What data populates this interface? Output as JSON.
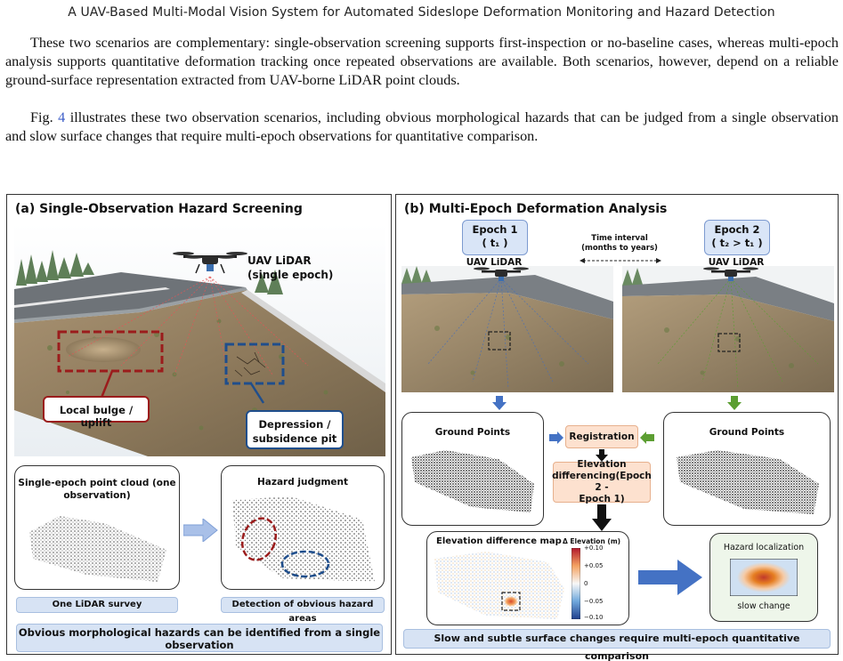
{
  "running_head": "A UAV-Based Multi-Modal Vision System for Automated Sideslope Deformation Monitoring and Hazard Detection",
  "paragraph1": "These two scenarios are complementary: single-observation screening supports first-inspection or no-baseline cases, whereas multi-epoch analysis supports quantitative deformation tracking once repeated observations are available. Both scenarios, however, depend on a reliable ground-surface representation extracted from UAV-borne LiDAR point clouds.",
  "paragraph2": {
    "lead": "Fig. ",
    "ref": "4",
    "rest": " illustrates these two observation scenarios, including obvious morphological hazards that can be judged from a single observation and slow surface changes that require multi-epoch observations for quantitative comparison."
  },
  "panel_a": {
    "title": "(a) Single-Observation Hazard Screening",
    "uav_label_line1": "UAV LiDAR",
    "uav_label_line2": "(single epoch)",
    "callout_bulge": "Local bulge / uplift",
    "callout_depression_line1": "Depression /",
    "callout_depression_line2": "subsidence pit",
    "pointcloud_title_line1": "Single-epoch point cloud (one",
    "pointcloud_title_line2": "observation)",
    "judgment_title": "Hazard judgment",
    "bar_survey": "One LiDAR survey",
    "bar_detection": "Detection of obvious hazard areas",
    "summary_line1": "Obvious morphological hazards can be identified from a single",
    "summary_line2": "observation"
  },
  "panel_b": {
    "title": "(b) Multi-Epoch Deformation Analysis",
    "epoch1_line1": "Epoch 1",
    "epoch1_line2": "( t₁ )",
    "epoch2_line1": "Epoch 2",
    "epoch2_line2": "( t₂ > t₁ )",
    "uav_label": "UAV LiDAR",
    "time_interval_line1": "Time interval",
    "time_interval_line2": "(months to years)",
    "ground_points": "Ground Points",
    "registration": "Registration",
    "differencing_line1": "Elevation",
    "differencing_line2": "differencing(Epoch 2 -",
    "differencing_line3": "Epoch 1)",
    "diff_map_title": "Elevation difference map",
    "colorbar_title": "Δ Elevation (m)",
    "colorbar_ticks": [
      "+0.10",
      "+0.05",
      "0",
      "−0.05",
      "−0.10"
    ],
    "hazard_localization": "Hazard localization",
    "slow_change": "slow change",
    "summary": "Slow and subtle surface changes require multi-epoch quantitative comparison"
  },
  "colors": {
    "bulge_red": "#9b1c1c",
    "depression_blue": "#1f4e8c",
    "arrow_blue": "#4472c4",
    "arrow_green": "#5c9e32",
    "peach": "#fde1cf",
    "light_blue": "#d7e3f4"
  }
}
